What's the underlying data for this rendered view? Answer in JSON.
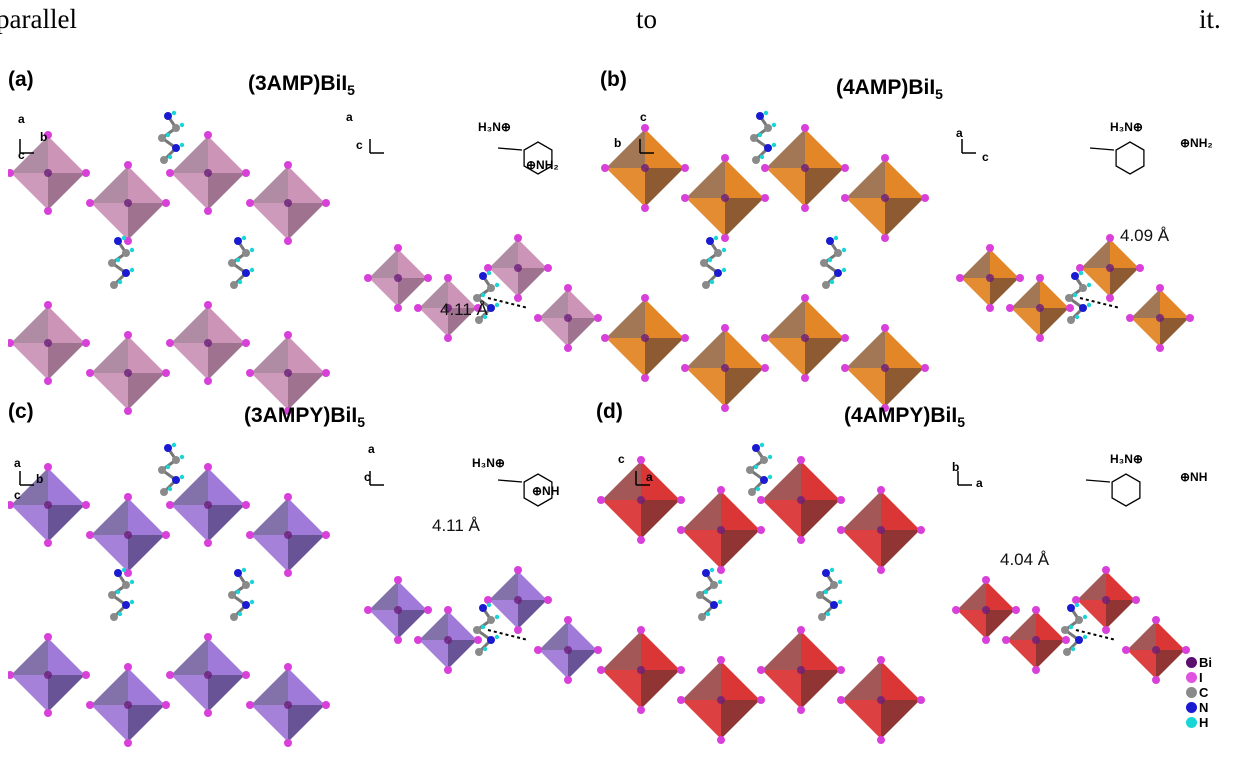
{
  "header": {
    "w1": "parallel",
    "w2": "to",
    "w3": "it."
  },
  "panels": [
    {
      "label": "(a)",
      "title": "(3AMP)BiI",
      "sub": "5",
      "axes_left": [
        "a",
        "b",
        "c"
      ],
      "axes_right": [
        "a",
        "c"
      ],
      "formula_top": "H₃N⊕",
      "formula_bottom": "⊕NH₂",
      "distance": "4.11 Å",
      "color": "#c98fb4",
      "dark": "#8e5a7d"
    },
    {
      "label": "(b)",
      "title": "(4AMP)BiI",
      "sub": "5",
      "axes_left": [
        "c",
        "b"
      ],
      "axes_right": [
        "a",
        "c"
      ],
      "formula_top": "H₃N⊕",
      "formula_bottom": "⊕NH₂",
      "distance": "4.09 Å",
      "color": "#e07f1c",
      "dark": "#7a3d0e"
    },
    {
      "label": "(c)",
      "title": "(3AMPY)BiI",
      "sub": "5",
      "axes_left": [
        "a",
        "b",
        "c"
      ],
      "axes_right": [
        "a",
        "c"
      ],
      "formula_top": "H₃N⊕",
      "formula_bottom": "⊕NH",
      "distance": "4.11 Å",
      "color": "#9b73d6",
      "dark": "#4f3585"
    },
    {
      "label": "(d)",
      "title": "(4AMPY)BiI",
      "sub": "5",
      "axes_left": [
        "c",
        "a"
      ],
      "axes_right": [
        "b",
        "a"
      ],
      "formula_top": "H₃N⊕",
      "formula_bottom": "⊕NH",
      "distance": "4.04 Å",
      "color": "#d82b2b",
      "dark": "#7d1010"
    }
  ],
  "legend": [
    {
      "label": "Bi",
      "color": "#5a0f6e"
    },
    {
      "label": "I",
      "color": "#e052e0"
    },
    {
      "label": "C",
      "color": "#8a8a8a"
    },
    {
      "label": "N",
      "color": "#1a1ad0"
    },
    {
      "label": "H",
      "color": "#19d6d6"
    }
  ]
}
